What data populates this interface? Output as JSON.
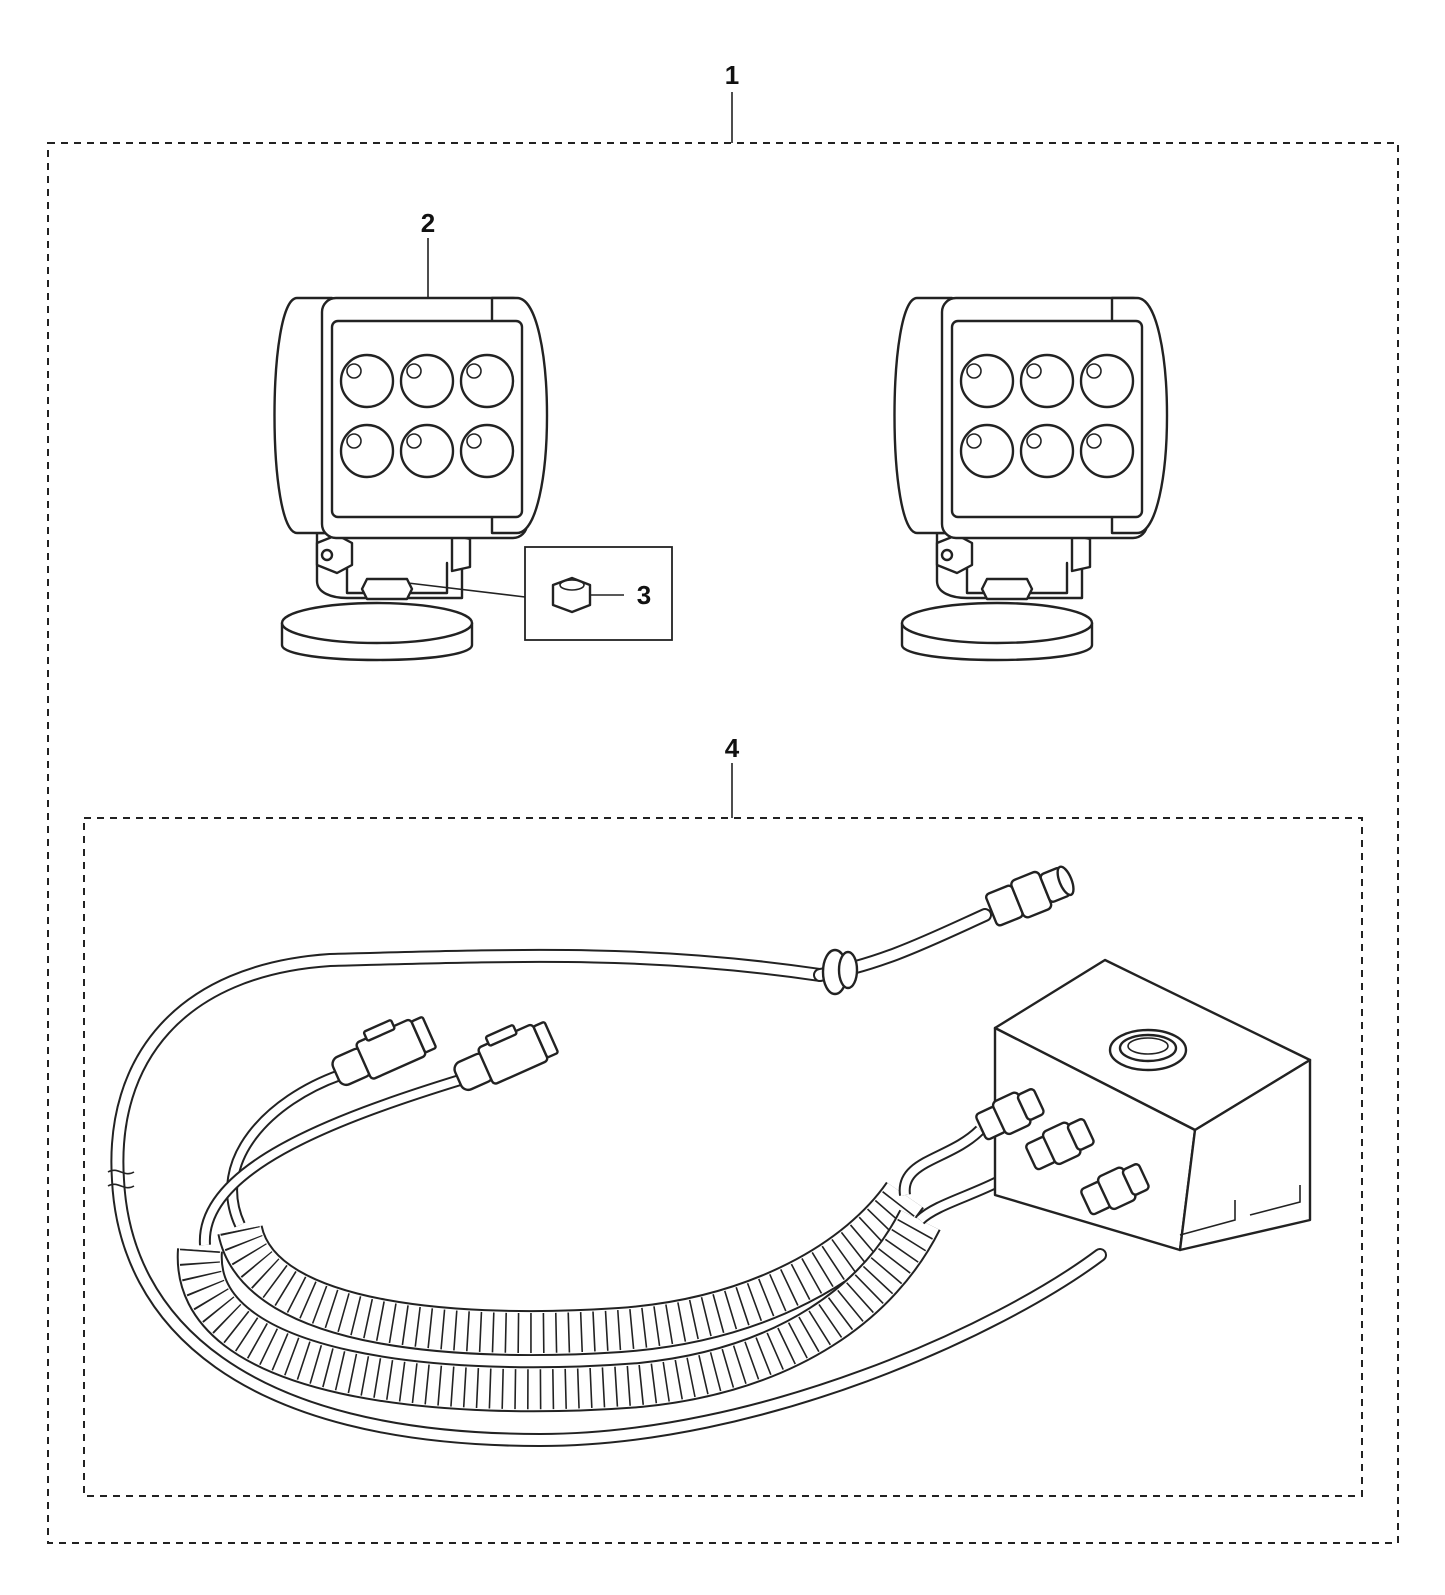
{
  "callouts": {
    "kit": "1",
    "work_light": "2",
    "nut": "3",
    "harness": "4"
  },
  "colors": {
    "line": "#222222",
    "background": "#ffffff"
  }
}
